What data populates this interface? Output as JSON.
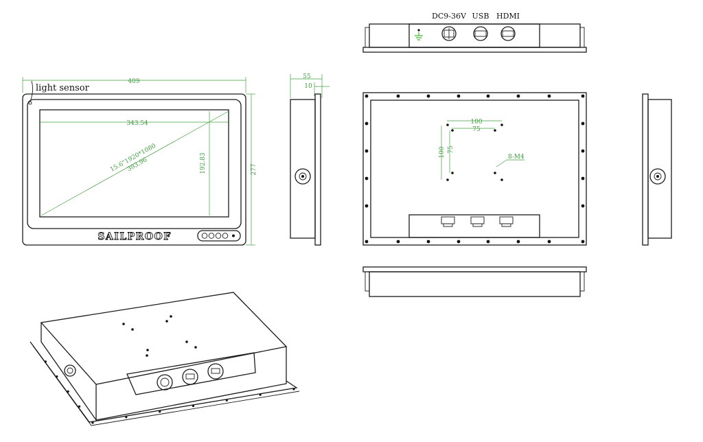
{
  "front_view": {
    "light_sensor_label": "light sensor",
    "width_dim": "409",
    "height_dim": "277",
    "screen_width_dim": "343.54",
    "screen_height_dim": "192.83",
    "diagonal_spec": "15.6\"1920*1080",
    "diagonal_dim": "393.96",
    "brand": "SAILPROOF"
  },
  "side_view": {
    "depth_dim": "55",
    "flange_dim": "10"
  },
  "top_view": {
    "connectors": [
      "DC9-36V",
      "USB",
      "HDMI"
    ]
  },
  "rear_view": {
    "vesa_outer_dim": "100",
    "vesa_inner_dim": "75",
    "vesa_outer_vertical_dim": "100",
    "vesa_inner_vertical_dim": "75",
    "screw_label": "8-M4"
  },
  "colors": {
    "line": "#1a1a1a",
    "dimension": "#3f9e3f"
  }
}
